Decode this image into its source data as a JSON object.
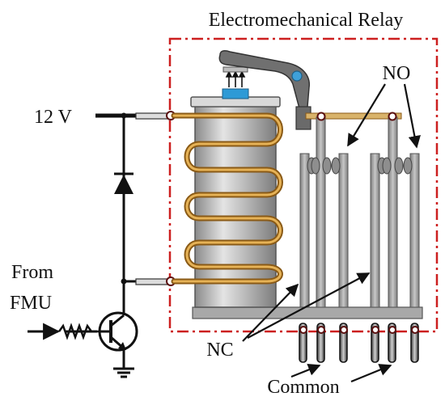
{
  "title": "Electromechanical Relay",
  "labels": {
    "voltage": "12 V",
    "from_line1": "From",
    "from_line2": "FMU",
    "normally_open": "NO",
    "normally_closed": "NC",
    "common": "Common"
  },
  "colors": {
    "relay_box": "#cc1f1f",
    "coil_wire": "#c98a2c",
    "core_body": "#9c9c9c",
    "armature": "#6f6f6f",
    "armature_pivot": "#3fa0d8",
    "magnet_block": "#2e9ad6",
    "terminal_pin": "#5a1010",
    "wire": "#111111"
  },
  "icons": {
    "diode": "diode-icon",
    "resistor": "resistor-icon",
    "transistor": "npn-transistor-icon",
    "ground": "ground-icon",
    "magnetic_pull": "up-arrows-icon"
  }
}
